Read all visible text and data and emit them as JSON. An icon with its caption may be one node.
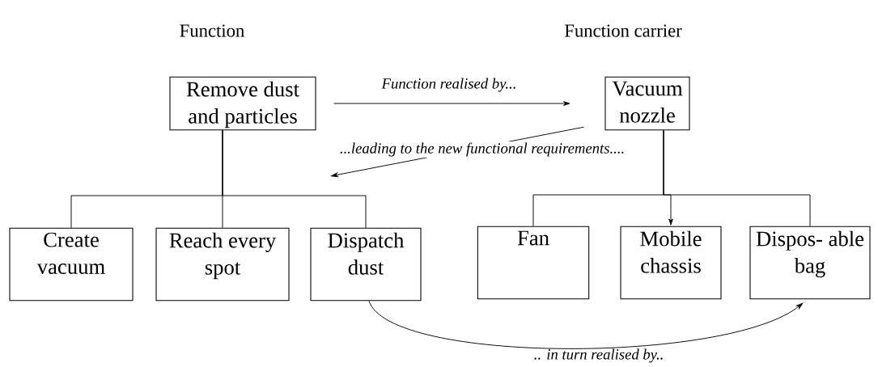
{
  "diagram": {
    "nodes": [
      {
        "text": [
          "Remove dust and particles"
        ]
      },
      {
        "text": [
          "Vacuum nozzle"
        ]
      },
      {
        "text": [
          "Create vacuum"
        ]
      },
      {
        "text": [
          "Reach every spot"
        ]
      },
      {
        "text": [
          "Dispatch dust"
        ]
      },
      {
        "text": [
          "Fan"
        ]
      },
      {
        "text": [
          "Mobile chassis"
        ]
      },
      {
        "text": [
          "Dispos- able bag"
        ]
      }
    ],
    "edges": [
      {
        "from": 0,
        "to": 1,
        "arrow": "to",
        "label": "Function realised by..."
      },
      {
        "from": 1,
        "to": null,
        "arrow": "to",
        "label": "...leading to the new functional requirements...."
      },
      {
        "from": 0,
        "to": 2,
        "arrow": "none"
      },
      {
        "from": 0,
        "to": 3,
        "arrow": "none"
      },
      {
        "from": 0,
        "to": 4,
        "arrow": "none"
      },
      {
        "from": 1,
        "to": 5,
        "arrow": "none"
      },
      {
        "from": 1,
        "to": 6,
        "arrow": "to"
      },
      {
        "from": 1,
        "to": 7,
        "arrow": "none"
      },
      {
        "from": 4,
        "to": 7,
        "arrow": "to",
        "label": ".. in turn realised by.."
      }
    ],
    "labels": [
      "Function",
      "Function carrier"
    ]
  }
}
